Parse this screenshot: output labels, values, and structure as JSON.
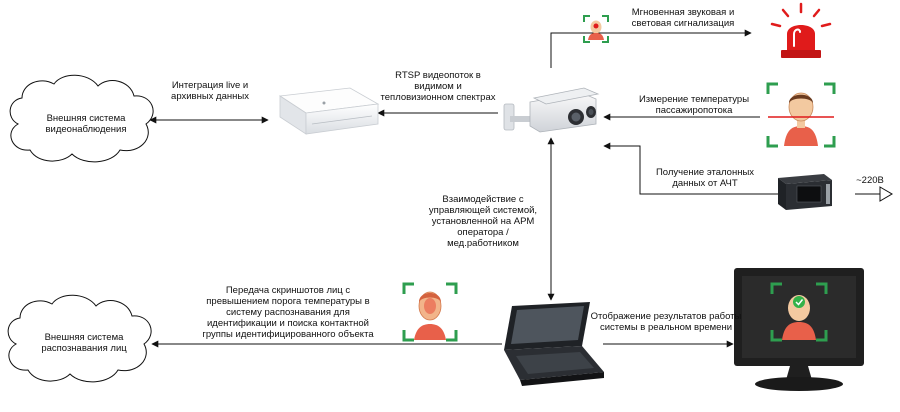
{
  "nodes": {
    "cloud_video": "Внешняя система\nвидеонаблюдения",
    "cloud_recognition": "Внешняя система\nраспознавания лиц"
  },
  "labels": {
    "integration": "Интеграция live и\nархивных данных",
    "rtsp": "RTSP видеопоток в\nвидимом и\nтепловизионном спектрах",
    "alarm": "Мгновенная звуковая и\nсветовая сигнализация",
    "temperature": "Измерение температуры\nпассажиропотока",
    "reference": "Получение эталонных\nданных от АЧТ",
    "power": "~220В",
    "interaction": "Взаимодействие с\nуправляющей системой,\nустановленной на АРМ\nоператора /\nмед.работником",
    "transfer": "Передача скриншотов лиц с\nпревышением порога температуры в\nсистему распознавания для\nидентификации и поиска контактной\nгруппы идентифицированного объекта",
    "display": "Отображение результатов работы\nсистемы в реальном времени"
  },
  "colors": {
    "frame_green": "#2e9e4f",
    "alarm_red": "#e01b1b",
    "face_skin": "#f3c9a0",
    "face_hot": "#e8604a",
    "ok_green": "#33b249",
    "monitor_dark": "#1f1f1f",
    "screen_dark": "#2b2b2b"
  },
  "icons": {
    "nvr": "nvr-recorder-icon",
    "camera": "thermal-bullet-camera-icon",
    "alarm": "alarm-beacon-icon",
    "blackbody": "blackbody-calibrator-icon",
    "laptop": "rugged-laptop-icon",
    "monitor": "monitor-icon",
    "face_small": "face-scan-small-icon",
    "face_temp": "face-temperature-icon",
    "face_hot": "face-hot-icon",
    "face_ok": "face-ok-icon"
  }
}
